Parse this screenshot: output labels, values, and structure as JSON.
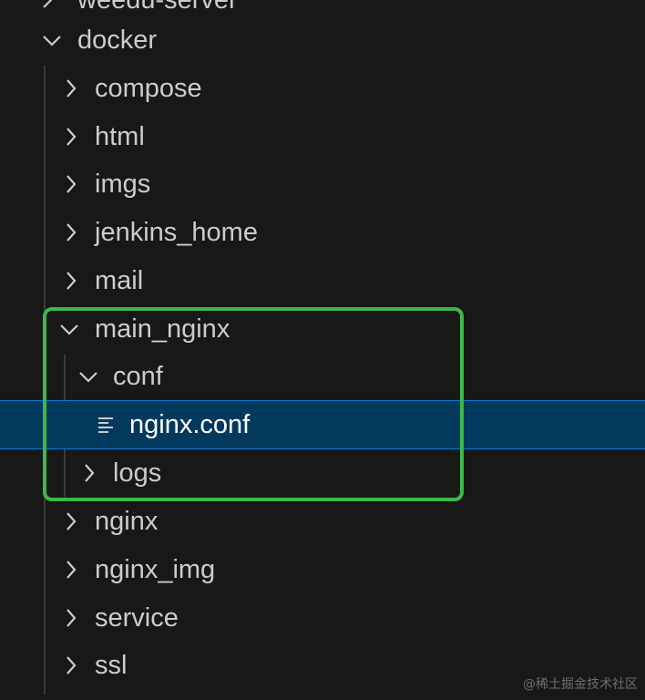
{
  "tree": {
    "top_partial_label": "weedu-server",
    "root_folder": "docker",
    "children": [
      {
        "label": "compose"
      },
      {
        "label": "html"
      },
      {
        "label": "imgs"
      },
      {
        "label": "jenkins_home"
      },
      {
        "label": "mail"
      },
      {
        "label": "main_nginx"
      },
      {
        "label": "conf"
      },
      {
        "label": "nginx.conf"
      },
      {
        "label": "logs"
      },
      {
        "label": "nginx"
      },
      {
        "label": "nginx_img"
      },
      {
        "label": "service"
      },
      {
        "label": "ssl"
      }
    ]
  },
  "selected_item": "nginx.conf",
  "highlight_color": "#3cb94a",
  "selection_color": "#04395e",
  "watermark": "@稀土掘金技术社区"
}
